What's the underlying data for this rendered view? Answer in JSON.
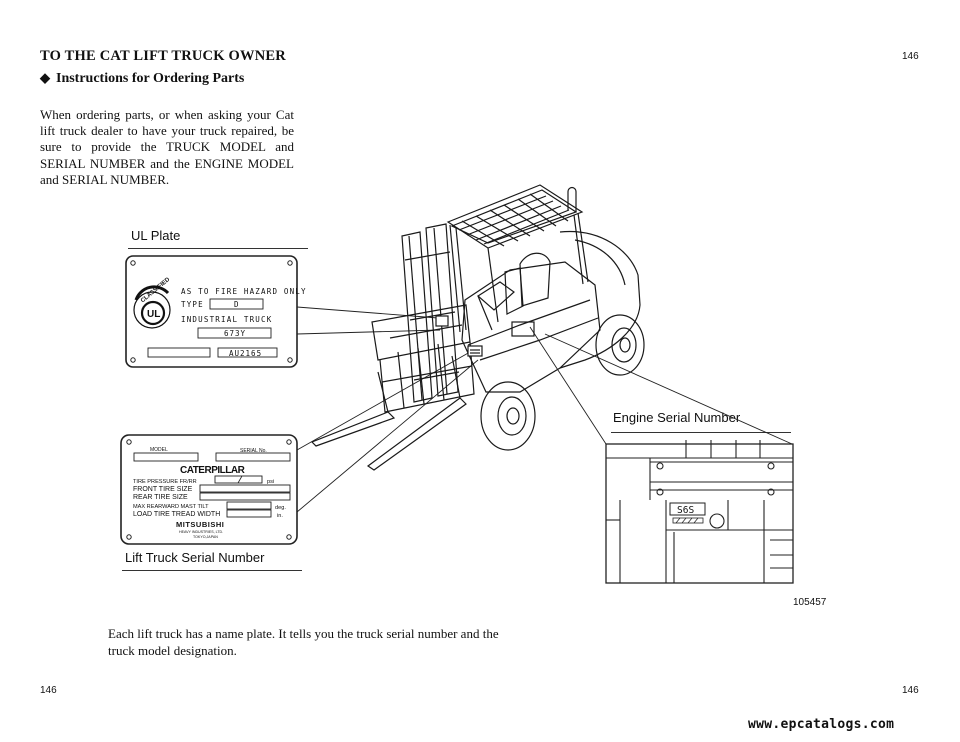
{
  "header": {
    "title": "TO THE CAT LIFT TRUCK OWNER",
    "section_bullet": "◆",
    "section_title": "Instructions for Ordering Parts",
    "page_number": "146"
  },
  "intro_text": "When ordering parts, or when asking your Cat lift truck dealer to have your truck repaired, be sure to provide the TRUCK MODEL and SERIAL NUMBER and the ENGINE MODEL and SERIAL NUMBER.",
  "figure": {
    "ul_plate": {
      "caption": "UL Plate",
      "line1": "AS TO FIRE HAZARD ONLY",
      "type_label": "TYPE",
      "type_value": "D",
      "line3": "INDUSTRIAL TRUCK",
      "number1": "673Y",
      "number2": "AU2165",
      "seal_text": "CLASSIFIED",
      "seal_logo": "UL"
    },
    "lift_plate": {
      "caption": "Lift Truck Serial Number",
      "model_label": "MODEL",
      "serial_label": "SERIAL No.",
      "brand": "CATERPILLAR",
      "tire_pressure": "TIRE  PRESSURE  FR/RR",
      "psi": "psi",
      "front_tire": "FRONT TIRE  SIZE",
      "rear_tire": "REAR  TIRE  SIZE",
      "mast_tilt": "MAX REARWARD MAST  TILT",
      "deg": "deg.",
      "tread": "LOAD TIRE  TREAD WIDTH",
      "in": "in.",
      "maker": "MITSUBISHI",
      "maker_sub": "HEAVY INDUSTRIES, LTD.",
      "maker_city": "TOKYO,JAPAN"
    },
    "engine": {
      "caption": "Engine Serial Number",
      "stamp": "S6S"
    },
    "figure_number": "105457"
  },
  "bottom_text": "Each lift truck has a name plate. It tells you the truck serial number and the truck model designation.",
  "footer": {
    "left_page": "146",
    "right_page": "146",
    "watermark": "www.epcatalogs.com"
  }
}
